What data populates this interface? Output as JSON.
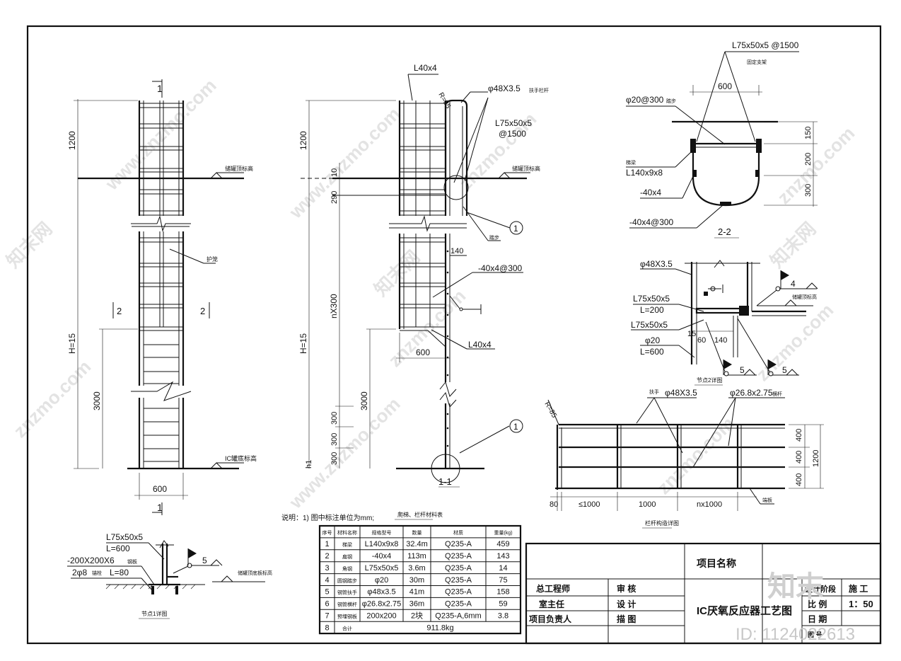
{
  "drawing_title": "IC厌氧反应器工艺图",
  "project_label": "项目名称",
  "title_block": {
    "chief_engineer": "总工程师",
    "section_head": "室主任",
    "project_lead": "项目负责人",
    "review": "审 核",
    "design": "设 计",
    "drawing": "描 图",
    "design_stage_label": "设计阶段",
    "design_stage_value": "施 工",
    "scale_label": "比 例",
    "scale_value": "1：50",
    "date_label": "日 期",
    "drawing_no_label": "图 号"
  },
  "watermark": {
    "site": "znzmo.com",
    "site_www": "www.znzmo.com",
    "brand": "知末网",
    "brand_short": "知末",
    "id_text": "ID: 1124022613"
  },
  "notes": "说明：1) 图中标注单位为mm;",
  "left_view": {
    "section_mark": "1",
    "sec2_left": "2",
    "sec2_right": "2",
    "dim_1200": "1200",
    "dim_h": "H=15",
    "dim_3000": "3000",
    "dim_600": "600",
    "label_top_level": "储罐顶标高",
    "label_guard": "护笼",
    "label_base": "IC罐底标高"
  },
  "section_1_1": {
    "title": "1-1",
    "l40x4_top": "L40x4",
    "r85": "R=85",
    "pipe_48": "φ48X3.5",
    "pipe_48_note": "扶手栏杆",
    "l75": "L75x50x5",
    "at1500": "@1500",
    "flat_bar": "-40x4@300",
    "l40x4_bottom": "L40x4",
    "dim_600": "600",
    "dim_140": "140",
    "dim_1200": "1200",
    "dim_10": "10",
    "dim_290": "290",
    "dim_nx300": "nX300",
    "dim_h": "H=15",
    "dim_3000": "3000",
    "dim_300a": "300",
    "dim_300b": "300",
    "dim_300c": "300",
    "dim_h1": "h1",
    "detail_no": "1",
    "label_top_level": "储罐顶标高",
    "label_rung": "踏步"
  },
  "section_2_2": {
    "title": "2-2",
    "top_label": "L75x50x5 @1500",
    "top_note": "固定支架",
    "dim_600": "600",
    "rung": "φ20@300",
    "rung_note": "踏步",
    "side_note": "梯梁",
    "l140": "L140x9x8",
    "flat1": "-40x4",
    "flat2": "-40x4@300",
    "dim_150": "150",
    "dim_200": "200",
    "dim_300": "300"
  },
  "node_2": {
    "title": "节点2详图",
    "pipe": "φ48X3.5",
    "l75_a": "L75x50x5",
    "l200": "L=200",
    "l75_b": "L75x50x5",
    "rod": "φ20",
    "l600": "L=600",
    "dim_15": "15",
    "dim_60": "60",
    "dim_140": "140",
    "weld_4": "4",
    "weld_5a": "5",
    "weld_5b": "5",
    "label_level": "储罐顶标高"
  },
  "railing": {
    "title": "栏杆构造详图",
    "r85": "R=85",
    "handrail": "扶手",
    "pipe48": "φ48X3.5",
    "pipe268": "φ26.8x2.75",
    "pipe268_note": "横杆",
    "dim_80": "80",
    "dim_le1000": "≤1000",
    "dim_1000": "1000",
    "dim_nx1000": "nx1000",
    "dim_400a": "400",
    "dim_400b": "400",
    "dim_400c": "400",
    "dim_1200": "1200",
    "note_end": "端板"
  },
  "node_1": {
    "title": "节点1详图",
    "l75": "L75x50x5",
    "l600": "L=600",
    "plate": "-200X200X6",
    "plate_note": "钢板",
    "bolt": "2φ8",
    "bolt_note": "锚栓",
    "l80": "L=80",
    "weld_5": "5",
    "label_level": "储罐顶底板标高"
  },
  "material_table": {
    "title": "爬梯、栏杆材料表",
    "headers": [
      "序号",
      "材料名称",
      "规格型号",
      "数量",
      "材质",
      "重量(kg)"
    ],
    "rows": [
      [
        "1",
        "梯梁",
        "L140x9x8",
        "32.4m",
        "Q235-A",
        "459"
      ],
      [
        "2",
        "扁钢",
        "-40x4",
        "113m",
        "Q235-A",
        "143"
      ],
      [
        "3",
        "角钢",
        "L75x50x5",
        "3.6m",
        "Q235-A",
        "14"
      ],
      [
        "4",
        "圆钢踏步",
        "φ20",
        "30m",
        "Q235-A",
        "75"
      ],
      [
        "5",
        "钢管扶手",
        "φ48x3.5",
        "41m",
        "Q235-A",
        "158"
      ],
      [
        "6",
        "钢管横杆",
        "φ26.8x2.75",
        "36m",
        "Q235-A",
        "59"
      ],
      [
        "7",
        "预埋钢板",
        "200x200",
        "2块",
        "Q235-A,6mm",
        "3.8"
      ]
    ],
    "total_no": "8",
    "total_label": "合计",
    "total_value": "911.8kg"
  }
}
